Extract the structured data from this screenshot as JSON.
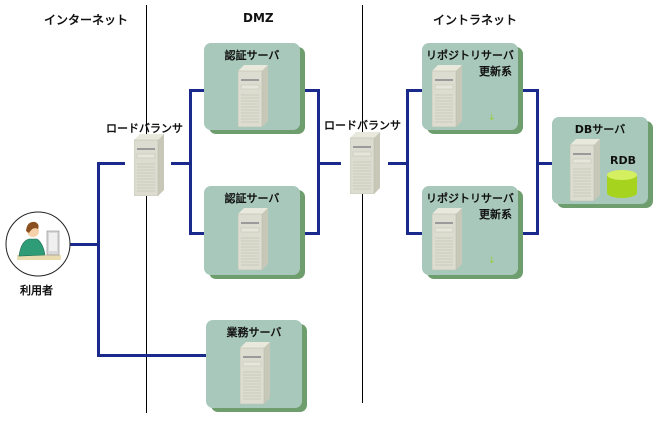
{
  "zones": {
    "internet": "インターネット",
    "dmz": "DMZ",
    "intranet": "イントラネット"
  },
  "load_balancer_1": {
    "label": "ロードバランサ",
    "icon": "server-tower-icon"
  },
  "load_balancer_2": {
    "label": "ロードバランサ",
    "icon": "server-tower-icon"
  },
  "user": {
    "label": "利用者",
    "icon": "user-at-computer-icon"
  },
  "dmz_servers": [
    {
      "title": "認証サーバ",
      "icon": "server-tower-icon"
    },
    {
      "title": "認証サーバ",
      "icon": "server-tower-icon"
    }
  ],
  "business_server": {
    "title": "業務サーバ",
    "icon": "server-tower-icon"
  },
  "repository_servers": [
    {
      "title": "リポジトリサーバ",
      "subtitle": "更新系",
      "mark": "↓",
      "icon": "server-tower-icon"
    },
    {
      "title": "リポジトリサーバ",
      "subtitle": "更新系",
      "mark": "↓",
      "icon": "server-tower-icon"
    }
  ],
  "db_server": {
    "title": "DBサーバ",
    "db_label": "RDB",
    "icon": "server-tower-icon",
    "db_icon": "database-cylinder-icon"
  },
  "colors": {
    "wire": "#1a2a8c",
    "box": "#a8c8bc",
    "box_shadow": "#6f9e6e",
    "db": "#b5e02c"
  }
}
